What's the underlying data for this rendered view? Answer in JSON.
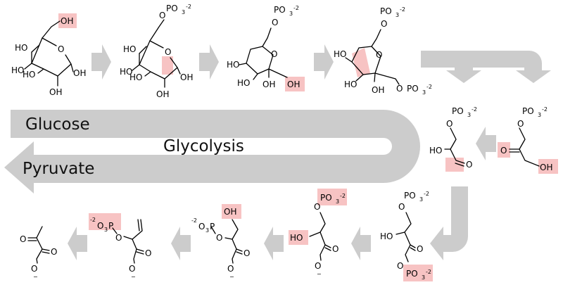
{
  "pathway": {
    "start_label": "Glucose",
    "process_label": "Glycolysis",
    "end_label": "Pyruvate"
  },
  "atoms": {
    "oh": "OH",
    "ho": "HO",
    "o": "O",
    "po3": "PO",
    "sub3": "3",
    "charge_m2": "-2",
    "charge_minus": "−",
    "o_minus": "O",
    "o3p_left": "O",
    "o3p_p": "P"
  },
  "colors": {
    "arrow": "#cccccc",
    "highlight": "#f7c3c3"
  }
}
